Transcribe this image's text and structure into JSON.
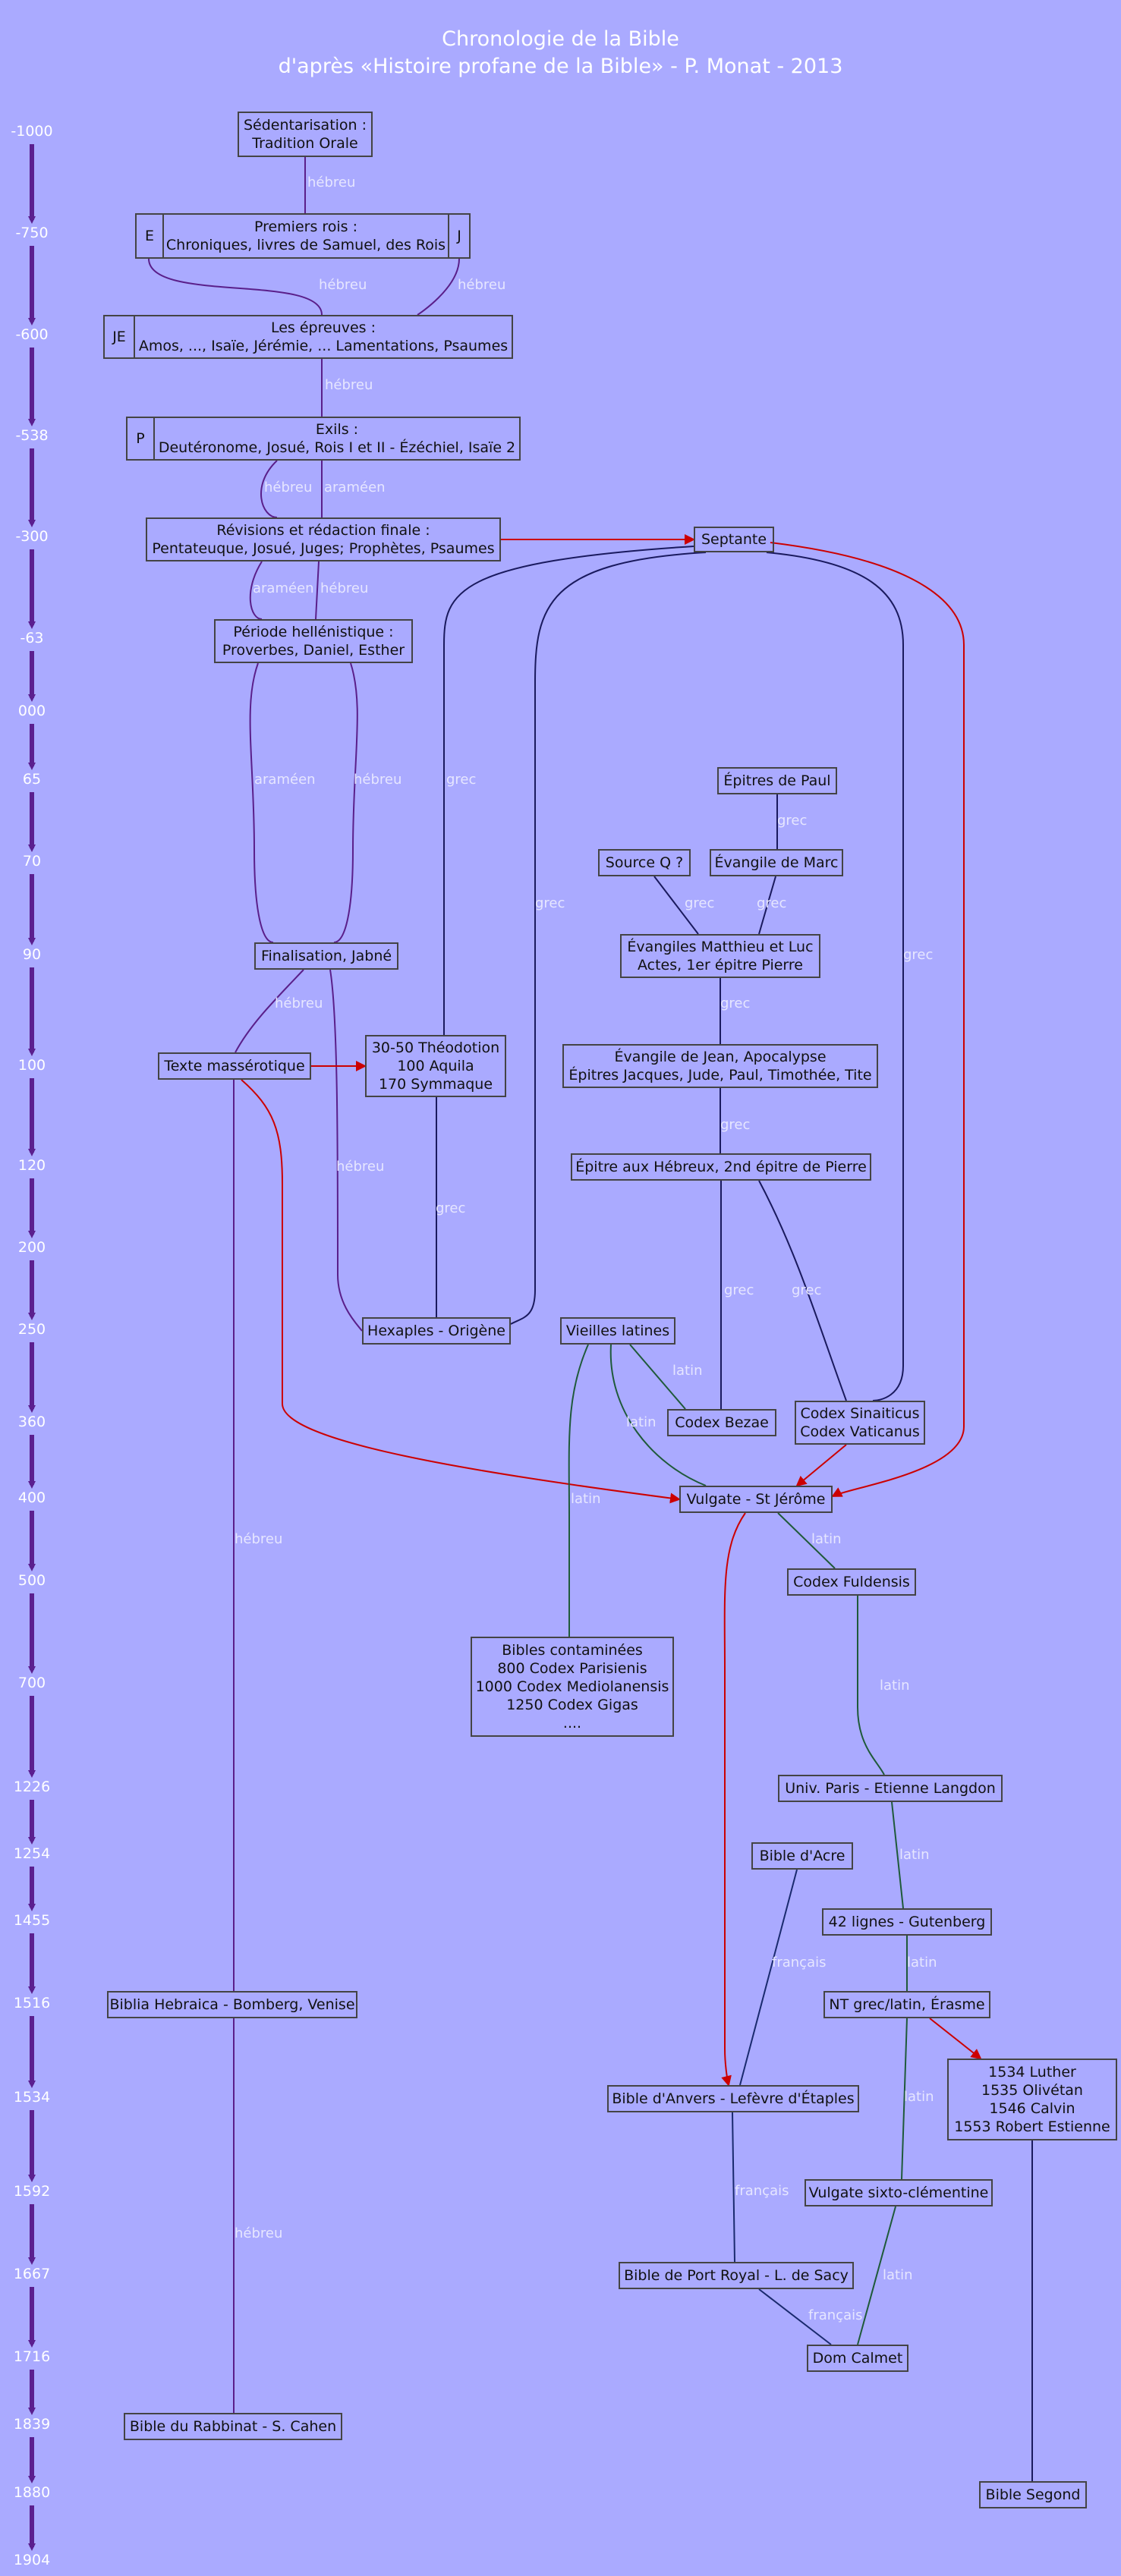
{
  "title": {
    "line1": "Chronologie de la Bible",
    "line2": "d'après «Histoire profane de la Bible» - P. Monat - 2013"
  },
  "timeline": [
    "-1000",
    "-750",
    "-600",
    "-538",
    "-300",
    "-63",
    "000",
    "65",
    "70",
    "90",
    "100",
    "120",
    "200",
    "250",
    "360",
    "400",
    "500",
    "700",
    "1226",
    "1254",
    "1455",
    "1516",
    "1534",
    "1592",
    "1667",
    "1716",
    "1839",
    "1880",
    "1904"
  ],
  "colors": {
    "background": "#aaaaff",
    "timeline_arrow": "#5b1f8f",
    "edge_hebrew": "#5a1f8a",
    "edge_greek": "#1a1a5e",
    "edge_latin": "#1f5a3a",
    "edge_french": "#1a2a6e",
    "edge_red": "#cc0000",
    "label": "#e6e6ff"
  },
  "nodes": {
    "sedentarisation": "Sédentarisation :\nTradition Orale",
    "premiers_rois": {
      "pre": "E",
      "text": "Premiers rois :\nChroniques, livres de Samuel, des Rois",
      "post": "J"
    },
    "epreuves": {
      "pre": "JE",
      "text": "Les épreuves :\nAmos, ..., Isaïe, Jérémie, ... Lamentations, Psaumes"
    },
    "exils": {
      "pre": "P",
      "text": "Exils :\nDeutéronome, Josué, Rois I et II - Ézéchiel, Isaïe 2"
    },
    "revisions": "Révisions et rédaction finale :\nPentateuque, Josué, Juges; Prophètes, Psaumes",
    "septante": "Septante",
    "hellenistique": "Période hellénistique :\nProverbes, Daniel, Esther",
    "epitres_paul": "Épitres de Paul",
    "source_q": "Source Q ?",
    "evangile_marc": "Évangile de Marc",
    "finalisation": "Finalisation, Jabné",
    "matthieu_luc": "Évangiles Matthieu et Luc\nActes, 1er épitre Pierre",
    "texte_masso": "Texte massérotique",
    "theodotion": "30-50 Théodotion\n100 Aquila\n170 Symmaque",
    "evangile_jean": "Évangile de Jean, Apocalypse\nÉpitres Jacques, Jude, Paul, Timothée, Tite",
    "hebreux": "Épitre aux Hébreux, 2nd épitre de Pierre",
    "hexaples": "Hexaples - Origène",
    "vieilles_latines": "Vieilles latines",
    "codex_bezae": "Codex Bezae",
    "codex_sinaiticus": "Codex Sinaiticus\nCodex Vaticanus",
    "vulgate": "Vulgate - St Jérôme",
    "codex_fuldensis": "Codex Fuldensis",
    "bibles_contaminees": "Bibles contaminées\n800 Codex Parisienis\n1000 Codex Mediolanensis\n1250 Codex Gigas\n....",
    "univ_paris": "Univ. Paris - Etienne Langdon",
    "bible_acre": "Bible d'Acre",
    "gutenberg": "42 lignes - Gutenberg",
    "biblia_hebraica": "Biblia Hebraica - Bomberg, Venise",
    "nt_erasme": "NT grec/latin, Érasme",
    "reformes": "1534 Luther\n1535 Olivétan\n1546 Calvin\n1553 Robert Estienne",
    "bible_anvers": "Bible d'Anvers - Lefèvre d'Étaples",
    "vulgate_sixto": "Vulgate sixto-clémentine",
    "port_royal": "Bible de Port Royal - L. de Sacy",
    "dom_calmet": "Dom Calmet",
    "bible_rabbinat": "Bible du Rabbinat - S. Cahen",
    "bible_segond": "Bible Segond"
  },
  "edge_labels": {
    "hebreu": "hébreu",
    "arameen": "araméen",
    "grec": "grec",
    "latin": "latin",
    "francais": "français"
  }
}
